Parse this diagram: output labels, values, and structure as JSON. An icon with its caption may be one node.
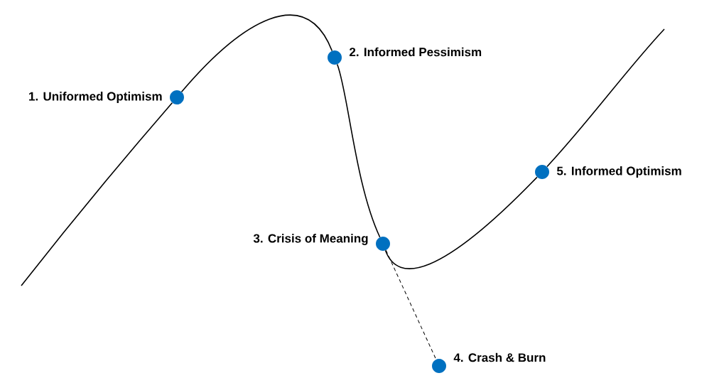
{
  "diagram": {
    "nodes": [
      {
        "text": [],
        "shape": "circle",
        "beside": [
          "1. Uniformed Optimism"
        ]
      },
      {
        "text": [],
        "shape": "circle",
        "beside": [
          "2. Informed Pessimism"
        ]
      },
      {
        "text": [],
        "shape": "circle",
        "beside": [
          "3. Crisis of Meaning"
        ]
      },
      {
        "text": [],
        "shape": "circle",
        "beside": [
          "4. Crash & Burn"
        ]
      },
      {
        "text": [],
        "shape": "circle",
        "beside": [
          "5. Informed Optimism"
        ]
      }
    ],
    "edges": [
      {
        "from": null,
        "to": 0,
        "arrow": "none"
      },
      {
        "from": 0,
        "to": 1,
        "arrow": "none"
      },
      {
        "from": 1,
        "to": 2,
        "arrow": "none"
      },
      {
        "from": 2,
        "to": 4,
        "arrow": "none"
      },
      {
        "from": 4,
        "to": null,
        "arrow": "none"
      },
      {
        "from": 2,
        "to": 3,
        "arrow": "none",
        "style": "dashed"
      }
    ]
  }
}
